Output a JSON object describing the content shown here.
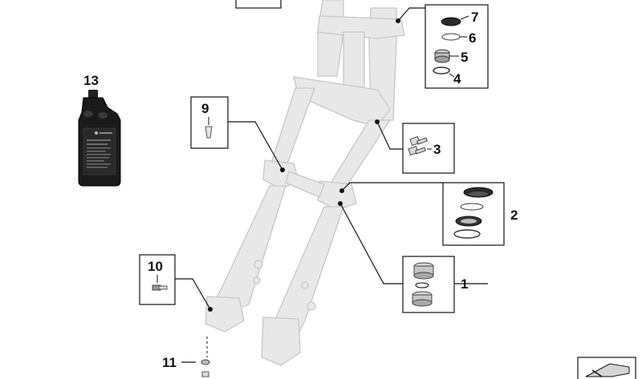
{
  "callouts": [
    {
      "id": "1",
      "label": "1"
    },
    {
      "id": "2",
      "label": "2"
    },
    {
      "id": "3",
      "label": "3"
    },
    {
      "id": "4",
      "label": "4"
    },
    {
      "id": "5",
      "label": "5"
    },
    {
      "id": "6",
      "label": "6"
    },
    {
      "id": "7",
      "label": "7"
    },
    {
      "id": "9",
      "label": "9"
    },
    {
      "id": "10",
      "label": "10"
    },
    {
      "id": "11",
      "label": "11"
    },
    {
      "id": "13",
      "label": "13"
    }
  ],
  "colors": {
    "fork_fill": "#e7e7e7",
    "fork_stroke": "#c9c9c9",
    "line": "#111111",
    "bottle": "#1a1a1a"
  },
  "icons": [
    "oil-bottle-icon",
    "diagram-nav-arrow-icon"
  ]
}
